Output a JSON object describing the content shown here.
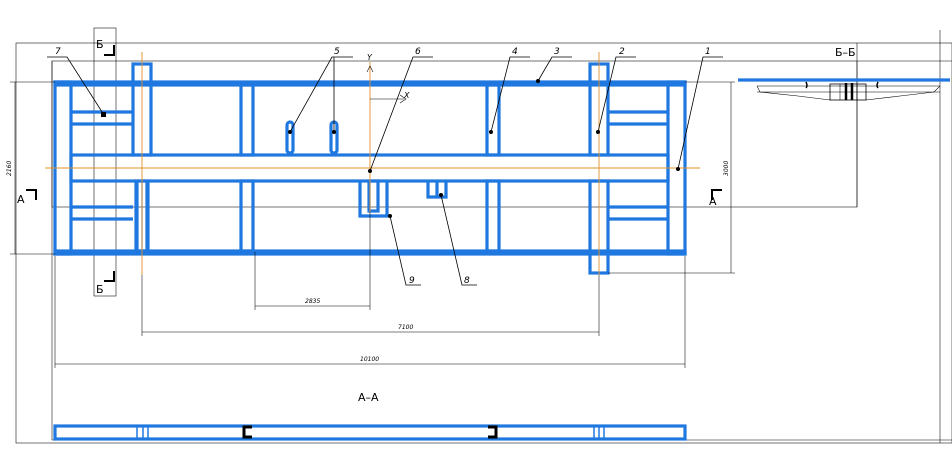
{
  "callouts": [
    "1",
    "2",
    "3",
    "4",
    "5",
    "6",
    "7",
    "8",
    "9"
  ],
  "section_marks": {
    "a_left": "A",
    "a_right": "A",
    "b_top": "Б",
    "b_bottom": "Б",
    "aa_title": "А–А",
    "bb_title": "Б–Б"
  },
  "axes": {
    "x": "X",
    "y": "Y"
  },
  "dimensions": {
    "d_2835": "2835",
    "d_7100": "7100",
    "d_10100": "10100",
    "d_height_left": "2160",
    "d_height_right": "3000"
  },
  "colors": {
    "line": "#1f78e0",
    "axis": "#e0902a",
    "outline": "#000000"
  }
}
